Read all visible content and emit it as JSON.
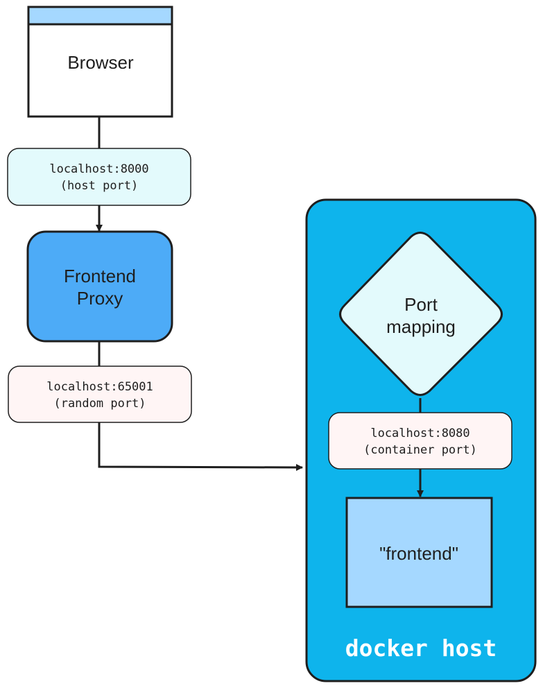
{
  "nodes": {
    "browser": {
      "label": "Browser"
    },
    "host_port": {
      "line1": "localhost:8000",
      "line2": "(host port)"
    },
    "frontend_proxy": {
      "line1": "Frontend",
      "line2": "Proxy"
    },
    "random_port": {
      "line1": "localhost:65001",
      "line2": "(random port)"
    },
    "docker_host": {
      "label": "docker host"
    },
    "port_mapping": {
      "line1": "Port",
      "line2": "mapping"
    },
    "container_port": {
      "line1": "localhost:8080",
      "line2": "(container port)"
    },
    "frontend_container": {
      "label": "\"frontend\""
    }
  },
  "colors": {
    "stroke": "#1e1e1e",
    "browser_titlebar": "#a5d8ff",
    "host_port_fill": "#e3fafc",
    "frontend_proxy_fill": "#4dabf7",
    "random_port_fill": "#fff5f5",
    "docker_host_fill": "#0eb4ec",
    "port_mapping_fill": "#e3fafc",
    "container_port_fill": "#fff5f5",
    "frontend_container_fill": "#a5d8ff"
  }
}
